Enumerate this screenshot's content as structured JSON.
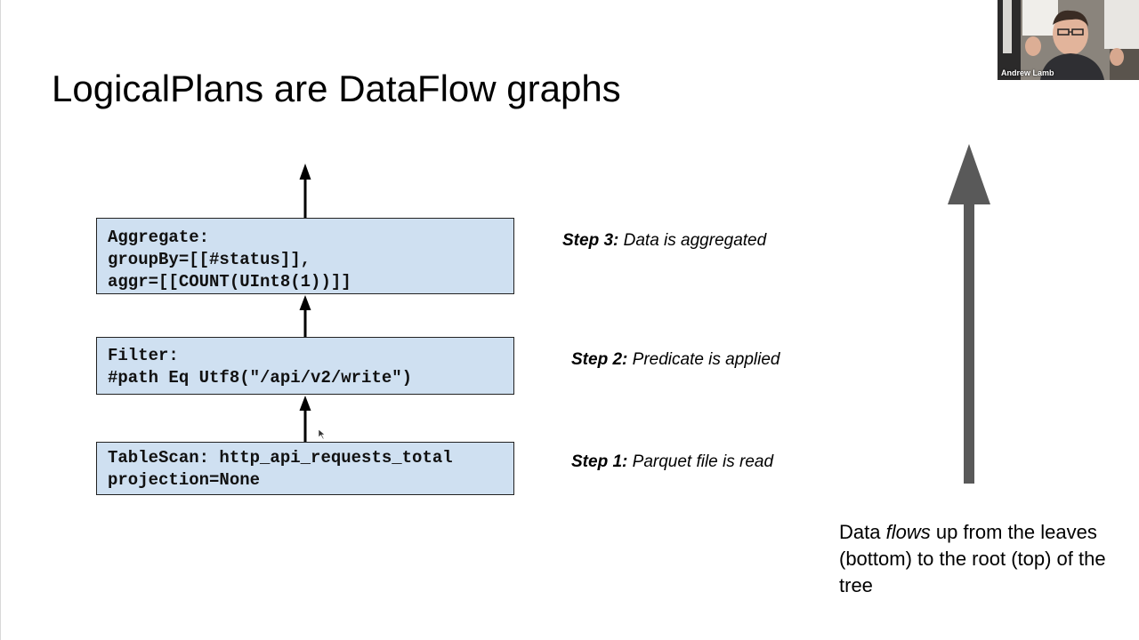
{
  "slide": {
    "title": "LogicalPlans are DataFlow graphs"
  },
  "nodes": {
    "aggregate": {
      "lines": [
        "Aggregate:",
        "groupBy=[[#status]],",
        "aggr=[[COUNT(UInt8(1))]]"
      ]
    },
    "filter": {
      "lines": [
        "Filter:",
        "#path Eq Utf8(\"/api/v2/write\")"
      ]
    },
    "tablescan": {
      "lines": [
        "TableScan: http_api_requests_total",
        "projection=None"
      ]
    }
  },
  "steps": {
    "step3": {
      "label": "Step 3:",
      "text": "Data is aggregated"
    },
    "step2": {
      "label": "Step 2:",
      "text": "Predicate is applied"
    },
    "step1": {
      "label": "Step 1:",
      "text": "Parquet file is read"
    }
  },
  "flow_note": {
    "before": "Data ",
    "emphasis": "flows",
    "after": " up from the leaves (bottom) to the root (top) of the tree"
  },
  "webcam": {
    "participant_name": "Andrew Lamb"
  },
  "colors": {
    "node_fill": "#cfe0f1",
    "big_arrow": "#595959"
  }
}
